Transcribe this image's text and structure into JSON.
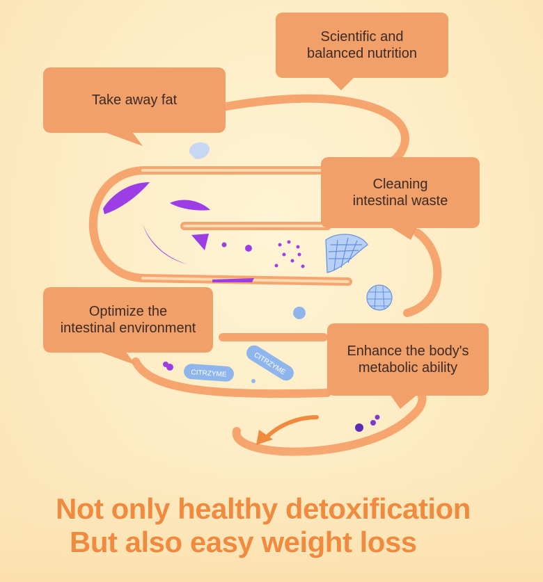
{
  "diagram": {
    "bubbles": [
      {
        "id": "fat",
        "text": "Take away fat"
      },
      {
        "id": "nutrition",
        "text": "Scientific and\nbalanced nutrition"
      },
      {
        "id": "waste",
        "text": "Cleaning\nintestinal waste"
      },
      {
        "id": "environment",
        "text": "Optimize the\nintestinal environment"
      },
      {
        "id": "metabolic",
        "text": "Enhance the body's\nmetabolic ability"
      }
    ],
    "capsule_label": "CITRZYME"
  },
  "headline": {
    "line1": "Not only healthy detoxification",
    "line2": "But also easy weight loss"
  },
  "colors": {
    "accent": "#ef8a3e",
    "bubble_fill": "#f2a06a",
    "pipe": "#f6a56e",
    "purple": "#9b3ee6",
    "capsule": "#8fb6ec"
  }
}
